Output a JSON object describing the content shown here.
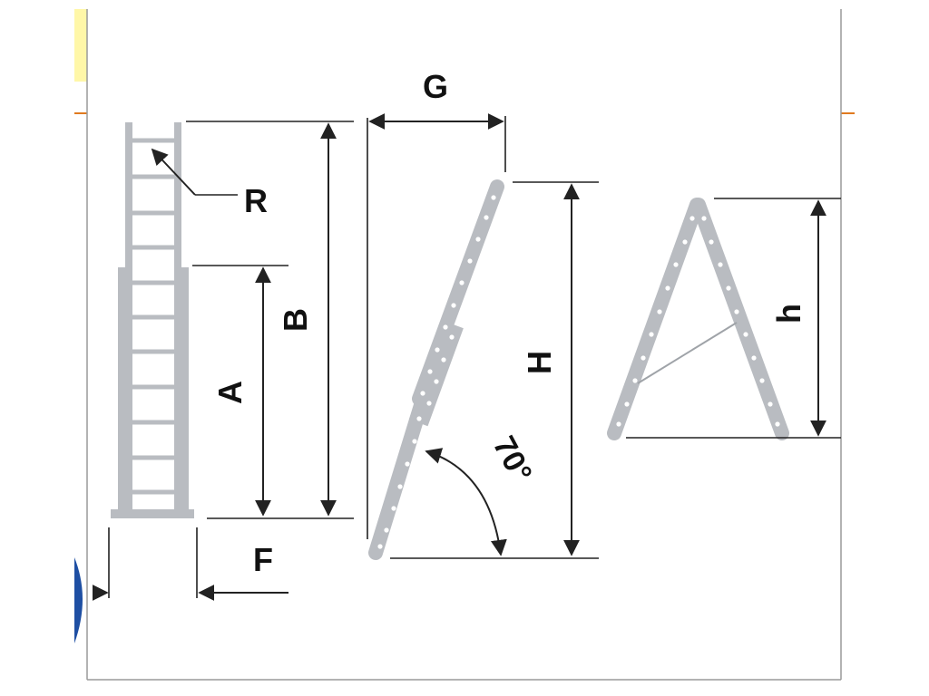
{
  "labels": {
    "r": "R",
    "a": "A",
    "b": "B",
    "f": "F",
    "g": "G",
    "big_h": "H",
    "angle": "70°",
    "small_h": "h"
  },
  "colors": {
    "ladder": "#b9bcc1",
    "line": "#222222",
    "accent_orange": "#e07a1f",
    "tab_yellow": "#fff7a8",
    "badge_blue": "#1e4fa3"
  }
}
